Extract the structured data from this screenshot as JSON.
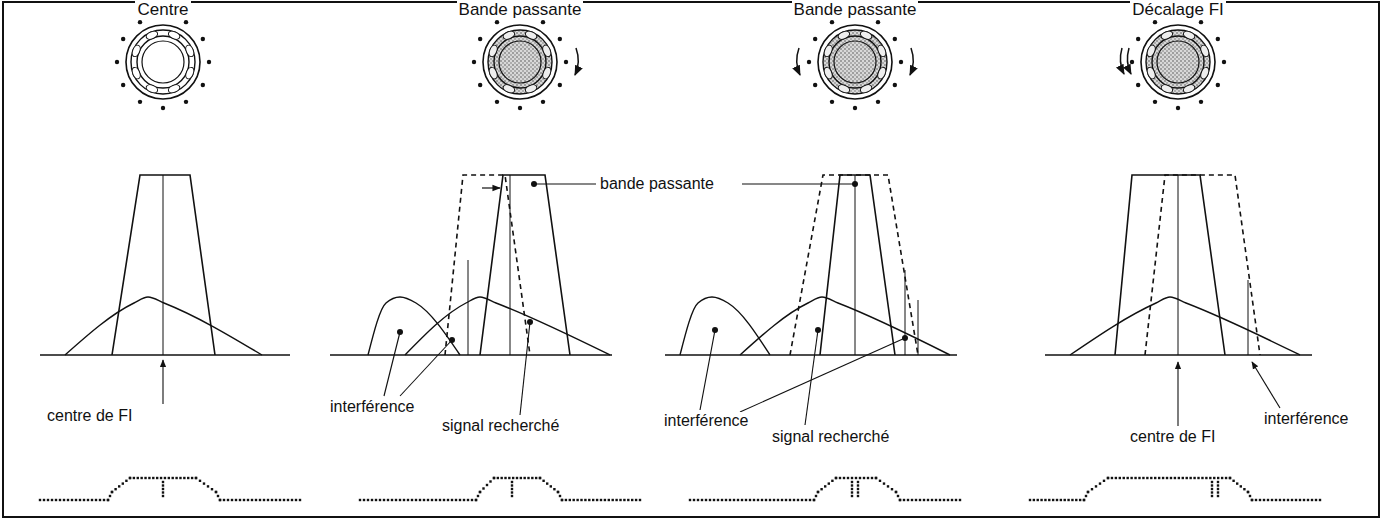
{
  "diagram": {
    "labels": [
      "Centre",
      "Bande passante",
      "Bande passante",
      "Décalage FI",
      "bande passante",
      "centre de FI",
      "interférence",
      "signal recherché",
      "interférence",
      "signal recherché",
      "interférence",
      "centre de FI"
    ]
  }
}
